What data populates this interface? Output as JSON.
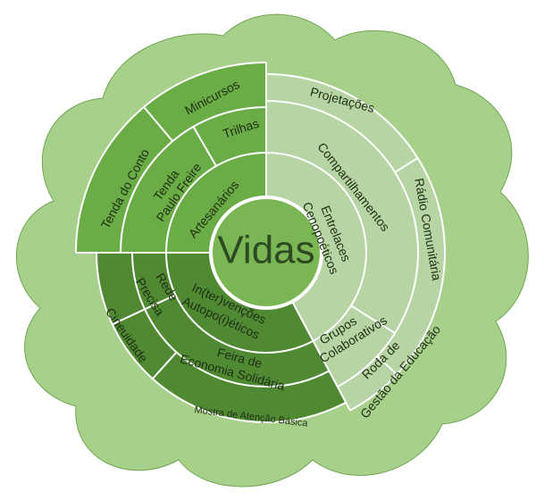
{
  "center": "Vidas",
  "labels": {
    "projetacoes": "Projetações",
    "radio": "Rádio Comunitária",
    "compartilhamentos": "Compartilhamentos",
    "entrelaces_1": "Entrelaces",
    "entrelaces_2": "Cenopoéticos",
    "grupos_1": "Grupos",
    "grupos_2": "Colaborativos",
    "roda_1": "Roda de",
    "roda_2": "Gestão da Educação",
    "minicursos": "Minicursos",
    "tenda_conto": "Tenda do Conto",
    "trilhas": "Trilhas",
    "tenda_pf_1": "Tenda",
    "tenda_pf_2": "Paulo Freire",
    "artesanarios": "Artesanários",
    "rede_1": "Rede",
    "rede_2": "Precisa",
    "cineuidade": "Cineuidade",
    "inter_1": "In(ter)venções",
    "inter_2": "Autopo(i)éticos",
    "feira_1": "Feira de",
    "feira_2": "Economia Solidária",
    "mostra": "Mostra de Atenção Básica"
  },
  "colors": {
    "cloud": "#a7d08a",
    "cloud_stroke": "#6fa653",
    "right": "#b7d5a4",
    "left_top": "#6aac45",
    "bottom_left": "#4f8a33",
    "center": "#7ab754",
    "line": "#ffffff"
  }
}
